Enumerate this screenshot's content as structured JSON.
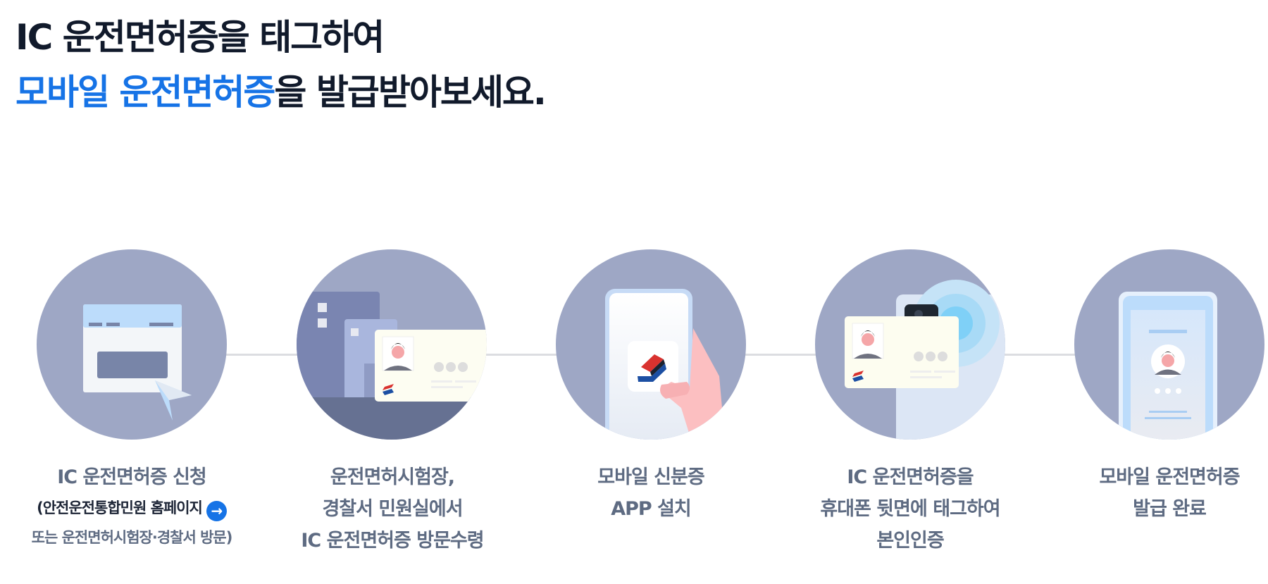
{
  "headline": {
    "line1": "IC 운전면허증을 태그하여",
    "line2_accent": "모바일 운전면허증",
    "line2_rest": "을 발급받아보세요."
  },
  "colors": {
    "accent": "#1673e6",
    "title": "#111a2b",
    "caption": "#5e6b82",
    "circle_bg": "#9ea7c5",
    "connector": "#dcdde1"
  },
  "steps": [
    {
      "icon": "browser-window-click-icon",
      "title": "IC 운전면허증 신청",
      "link_text": "(안전운전통합민원 홈페이지",
      "link_icon": "arrow-right-icon",
      "link_arrow": "→",
      "note": "또는 운전면허시험장·경찰서 방문)"
    },
    {
      "icon": "police-station-id-card-icon",
      "lines": [
        "운전면허시험장,",
        "경찰서 민원실에서",
        "IC 운전면허증 방문수령"
      ]
    },
    {
      "icon": "phone-app-install-icon",
      "lines": [
        "모바일 신분증",
        "APP 설치"
      ]
    },
    {
      "icon": "card-tag-phone-nfc-icon",
      "lines": [
        "IC 운전면허증을",
        "휴대폰 뒷면에 태그하여",
        "본인인증"
      ]
    },
    {
      "icon": "mobile-license-complete-icon",
      "lines": [
        "모바일 운전면허증",
        "발급 완료"
      ]
    }
  ]
}
